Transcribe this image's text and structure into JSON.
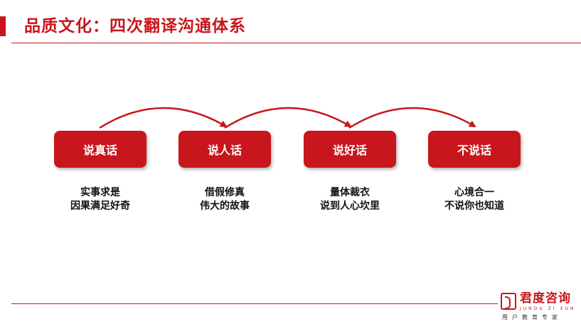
{
  "header": {
    "title": "品质文化：四次翻译沟通体系"
  },
  "steps": [
    {
      "label": "说真话",
      "lines": [
        "实事求是",
        "因果满足好奇"
      ]
    },
    {
      "label": "说人话",
      "lines": [
        "借假修真",
        "伟大的故事"
      ]
    },
    {
      "label": "说好话",
      "lines": [
        "量体裁衣",
        "说到人心坎里"
      ]
    },
    {
      "label": "不说话",
      "lines": [
        "心境合一",
        "不说你也知道"
      ]
    }
  ],
  "logo": {
    "name": "君度咨询",
    "pinyin": "JUNDU ZI XUN",
    "slogan": "用户教育专家"
  },
  "colors": {
    "accent": "#c8161d",
    "text": "#111111"
  }
}
